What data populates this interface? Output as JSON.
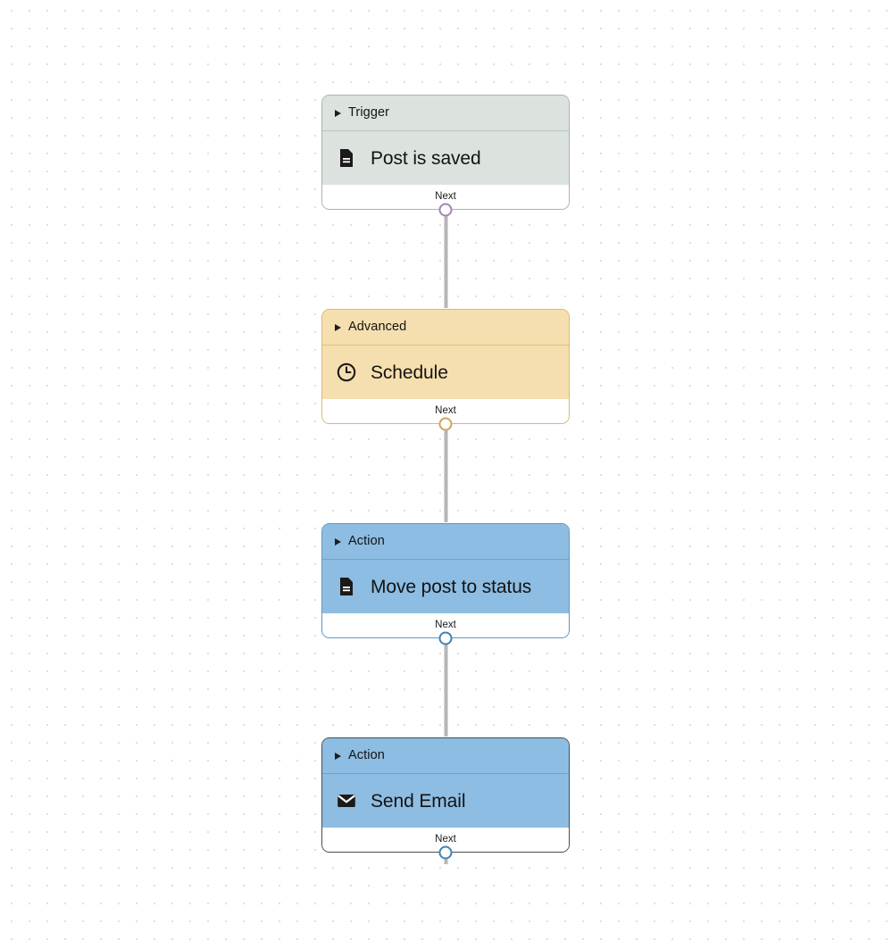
{
  "canvas": {
    "background_color": "#ffffff",
    "dot_color": "#e2dede",
    "dot_spacing": 20
  },
  "palette": {
    "trigger_fill": "#dce3df",
    "trigger_border": "#a7b5ad",
    "trigger_divider": "#b9c4bd",
    "trigger_port": "#a585b0",
    "advanced_fill": "#f6dfae",
    "advanced_border": "#d9b978",
    "advanced_divider": "#dfbf86",
    "advanced_port": "#cda55f",
    "action_fill": "#8dbde2",
    "action_border": "#5e97c4",
    "action_divider": "#6ca3cd",
    "action_port": "#3f82b5",
    "action_selected_border": "#4c4c4c",
    "edge_line": "#b6b6b6",
    "footer_background": "#ffffff"
  },
  "workflow": {
    "footer_label": "Next",
    "nodes": [
      {
        "id": "trigger-post-is-saved",
        "category": "Trigger",
        "title": "Post is saved",
        "icon": "document-icon",
        "footer_label": "Next",
        "selected": false
      },
      {
        "id": "advanced-schedule",
        "category": "Advanced",
        "title": "Schedule",
        "icon": "clock-icon",
        "footer_label": "Next",
        "selected": false
      },
      {
        "id": "action-move-post-to-status",
        "category": "Action",
        "title": "Move post to status",
        "icon": "document-icon",
        "footer_label": "Next",
        "selected": false
      },
      {
        "id": "action-send-email",
        "category": "Action",
        "title": "Send Email",
        "icon": "envelope-icon",
        "footer_label": "Next",
        "selected": true
      }
    ],
    "connections": [
      {
        "from": "trigger-post-is-saved",
        "to": "advanced-schedule"
      },
      {
        "from": "advanced-schedule",
        "to": "action-move-post-to-status"
      },
      {
        "from": "action-move-post-to-status",
        "to": "action-send-email"
      }
    ]
  }
}
